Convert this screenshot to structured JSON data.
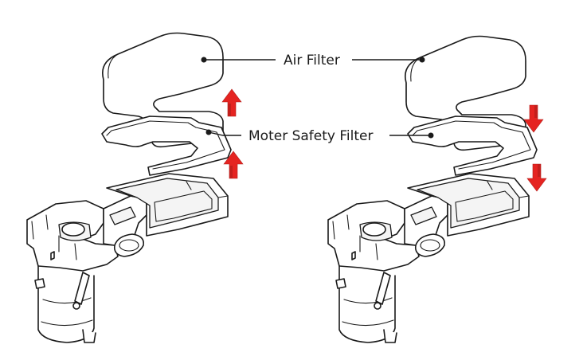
{
  "labels": {
    "air_filter": "Air Filter",
    "moter_safety_filter": "Moter Safety Filter"
  },
  "arrows": {
    "left": "up",
    "right": "down",
    "color": "#e52421"
  },
  "colors": {
    "line": "#1a1a1a",
    "background": "#ffffff",
    "arrow": "#e52421"
  }
}
